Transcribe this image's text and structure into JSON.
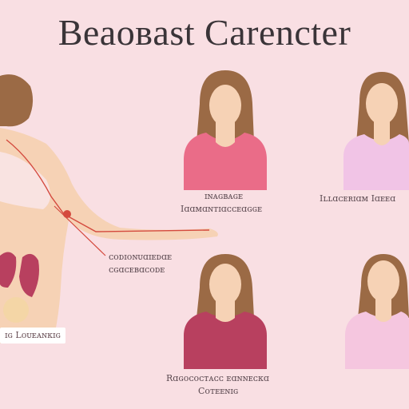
{
  "title": "Beaoвast Carencter",
  "labels": {
    "upper_middle_a": "ɪɴᴀɢʙᴀɢᴇ",
    "upper_middle_b": "Iɑɑᴍɑɴᴛɪɑᴄᴄᴇɑɢɢᴇ",
    "upper_right": "Iʟʟɑᴄᴇʀɪɑᴍ Iɑᴇᴇɑ",
    "arm_label_a": "ᴄᴏᴅɪᴏɴᴜɑɪᴇᴅɑᴇ",
    "arm_label_b": "ᴄɢɑᴄᴇʙɑᴄᴏᴅᴇ",
    "left_tag": "ɪɢ Lᴏᴜᴇᴀɴᴋɪɢ",
    "bottom_a": "Rɑɢᴏᴄᴏᴄᴛᴀᴄᴄ ᴇɑɴɴᴇᴄᴋɑ",
    "bottom_b": "Cᴏᴛᴇᴇɴɪɢ"
  },
  "colors": {
    "background": "#f9dfe3",
    "skin": "#f6d2b5",
    "hair": "#9b6a45",
    "shirt_pink": "#ea6c88",
    "shirt_lavender": "#f1c4e6",
    "shirt_plum": "#b8405f",
    "shirt_light_pink": "#f5c6df",
    "organ": "#b8405f",
    "line_red": "#d44a3e"
  }
}
